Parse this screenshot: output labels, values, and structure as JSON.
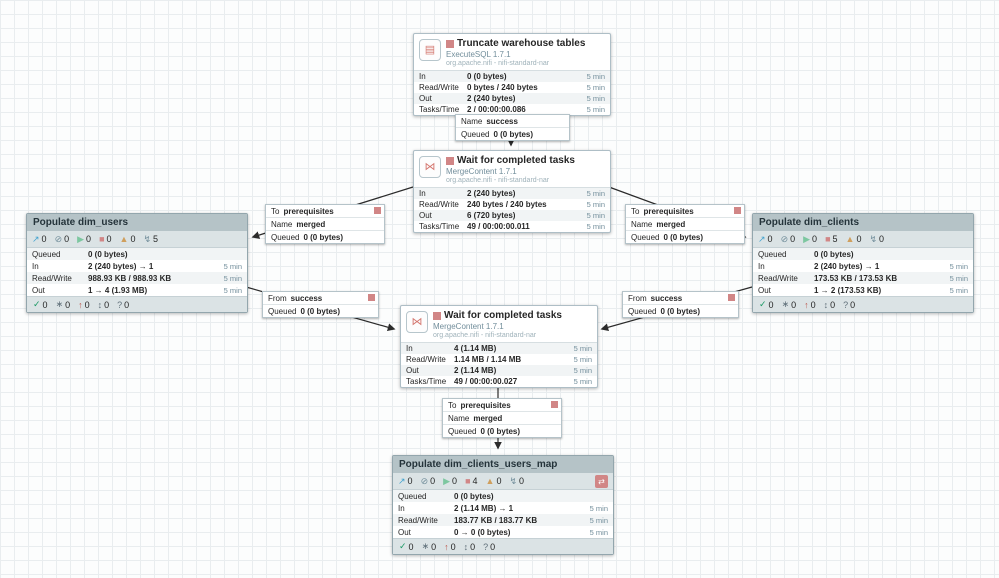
{
  "colors": {
    "stopped_red": "#d18686",
    "running_green": "#7dc7a0",
    "invalid_amber": "#cf9f5d",
    "slate": "#728e9b",
    "transmit_blue": "#44a3cf",
    "versioned_green": "#1a9964",
    "group_header": "#b5c3c7"
  },
  "icons": {
    "transmitting": "↗",
    "not_transmitting": "⊘",
    "running": "▶",
    "stopped": "■",
    "invalid": "▲",
    "disabled": "↯",
    "up_to_date": "✓",
    "locally_modified": "∗",
    "stale": "↑",
    "locally_modified_stale": "↕",
    "sync_failure": "?",
    "group_flag": "⇄"
  },
  "processors": [
    {
      "icon_name": "executesql-icon",
      "icon_glyph": "▤",
      "title": "Truncate warehouse tables",
      "type": "ExecuteSQL 1.7.1",
      "bundle": "org.apache.nifi - nifi-standard-nar",
      "rows": [
        {
          "label": "In",
          "value": "0 (0 bytes)",
          "window": "5 min"
        },
        {
          "label": "Read/Write",
          "value": "0 bytes / 240 bytes",
          "window": "5 min"
        },
        {
          "label": "Out",
          "value": "2 (240 bytes)",
          "window": "5 min"
        },
        {
          "label": "Tasks/Time",
          "value": "2 / 00:00:00.086",
          "window": "5 min"
        }
      ]
    },
    {
      "icon_name": "mergecontent-icon",
      "icon_glyph": "⋈",
      "title": "Wait for completed tasks",
      "type": "MergeContent 1.7.1",
      "bundle": "org.apache.nifi - nifi-standard-nar",
      "rows": [
        {
          "label": "In",
          "value": "2 (240 bytes)",
          "window": "5 min"
        },
        {
          "label": "Read/Write",
          "value": "240 bytes / 240 bytes",
          "window": "5 min"
        },
        {
          "label": "Out",
          "value": "6 (720 bytes)",
          "window": "5 min"
        },
        {
          "label": "Tasks/Time",
          "value": "49 / 00:00:00.011",
          "window": "5 min"
        }
      ]
    },
    {
      "icon_name": "mergecontent-icon",
      "icon_glyph": "⋈",
      "title": "Wait for completed tasks",
      "type": "MergeContent 1.7.1",
      "bundle": "org.apache.nifi - nifi-standard-nar",
      "rows": [
        {
          "label": "In",
          "value": "4 (1.14 MB)",
          "window": "5 min"
        },
        {
          "label": "Read/Write",
          "value": "1.14 MB / 1.14 MB",
          "window": "5 min"
        },
        {
          "label": "Out",
          "value": "2 (1.14 MB)",
          "window": "5 min"
        },
        {
          "label": "Tasks/Time",
          "value": "49 / 00:00:00.027",
          "window": "5 min"
        }
      ]
    }
  ],
  "groups": [
    {
      "title": "Populate dim_users",
      "status": {
        "transmitting": "0",
        "not_transmitting": "0",
        "running": "0",
        "stopped": "0",
        "invalid": "0",
        "disabled": "5"
      },
      "rows": [
        {
          "label": "Queued",
          "value": "0 (0 bytes)",
          "window": ""
        },
        {
          "label": "In",
          "value": "2 (240 bytes) → 1",
          "window": "5 min"
        },
        {
          "label": "Read/Write",
          "value": "988.93 KB / 988.93 KB",
          "window": "5 min"
        },
        {
          "label": "Out",
          "value": "1 → 4 (1.93 MB)",
          "window": "5 min"
        }
      ],
      "versioned": {
        "up_to_date": "0",
        "locally_modified": "0",
        "stale": "0",
        "locally_modified_stale": "0",
        "sync_failure": "0"
      }
    },
    {
      "title": "Populate dim_clients",
      "status": {
        "transmitting": "0",
        "not_transmitting": "0",
        "running": "0",
        "stopped": "5",
        "invalid": "0",
        "disabled": "0"
      },
      "rows": [
        {
          "label": "Queued",
          "value": "0 (0 bytes)",
          "window": ""
        },
        {
          "label": "In",
          "value": "2 (240 bytes) → 1",
          "window": "5 min"
        },
        {
          "label": "Read/Write",
          "value": "173.53 KB / 173.53 KB",
          "window": "5 min"
        },
        {
          "label": "Out",
          "value": "1 → 2 (173.53 KB)",
          "window": "5 min"
        }
      ],
      "versioned": {
        "up_to_date": "0",
        "locally_modified": "0",
        "stale": "0",
        "locally_modified_stale": "0",
        "sync_failure": "0"
      }
    },
    {
      "title": "Populate dim_clients_users_map",
      "status": {
        "transmitting": "0",
        "not_transmitting": "0",
        "running": "0",
        "stopped": "4",
        "invalid": "0",
        "disabled": "0"
      },
      "rows": [
        {
          "label": "Queued",
          "value": "0 (0 bytes)",
          "window": ""
        },
        {
          "label": "In",
          "value": "2 (1.14 MB) → 1",
          "window": "5 min"
        },
        {
          "label": "Read/Write",
          "value": "183.77 KB / 183.77 KB",
          "window": "5 min"
        },
        {
          "label": "Out",
          "value": "0 → 0 (0 bytes)",
          "window": "5 min"
        }
      ],
      "versioned": {
        "up_to_date": "0",
        "locally_modified": "0",
        "stale": "0",
        "locally_modified_stale": "0",
        "sync_failure": "0"
      }
    }
  ],
  "connections": [
    {
      "line1_label": "Name",
      "line1_value": "success",
      "queued_label": "Queued",
      "queued_value": "0 (0 bytes)"
    },
    {
      "line1_label": "To",
      "line1_value": "prerequisites",
      "line2_label": "Name",
      "line2_value": "merged",
      "queued_label": "Queued",
      "queued_value": "0 (0 bytes)"
    },
    {
      "line1_label": "To",
      "line1_value": "prerequisites",
      "line2_label": "Name",
      "line2_value": "merged",
      "queued_label": "Queued",
      "queued_value": "0 (0 bytes)"
    },
    {
      "line1_label": "From",
      "line1_value": "success",
      "queued_label": "Queued",
      "queued_value": "0 (0 bytes)"
    },
    {
      "line1_label": "From",
      "line1_value": "success",
      "queued_label": "Queued",
      "queued_value": "0 (0 bytes)"
    },
    {
      "line1_label": "To",
      "line1_value": "prerequisites",
      "line2_label": "Name",
      "line2_value": "merged",
      "queued_label": "Queued",
      "queued_value": "0 (0 bytes)"
    }
  ]
}
